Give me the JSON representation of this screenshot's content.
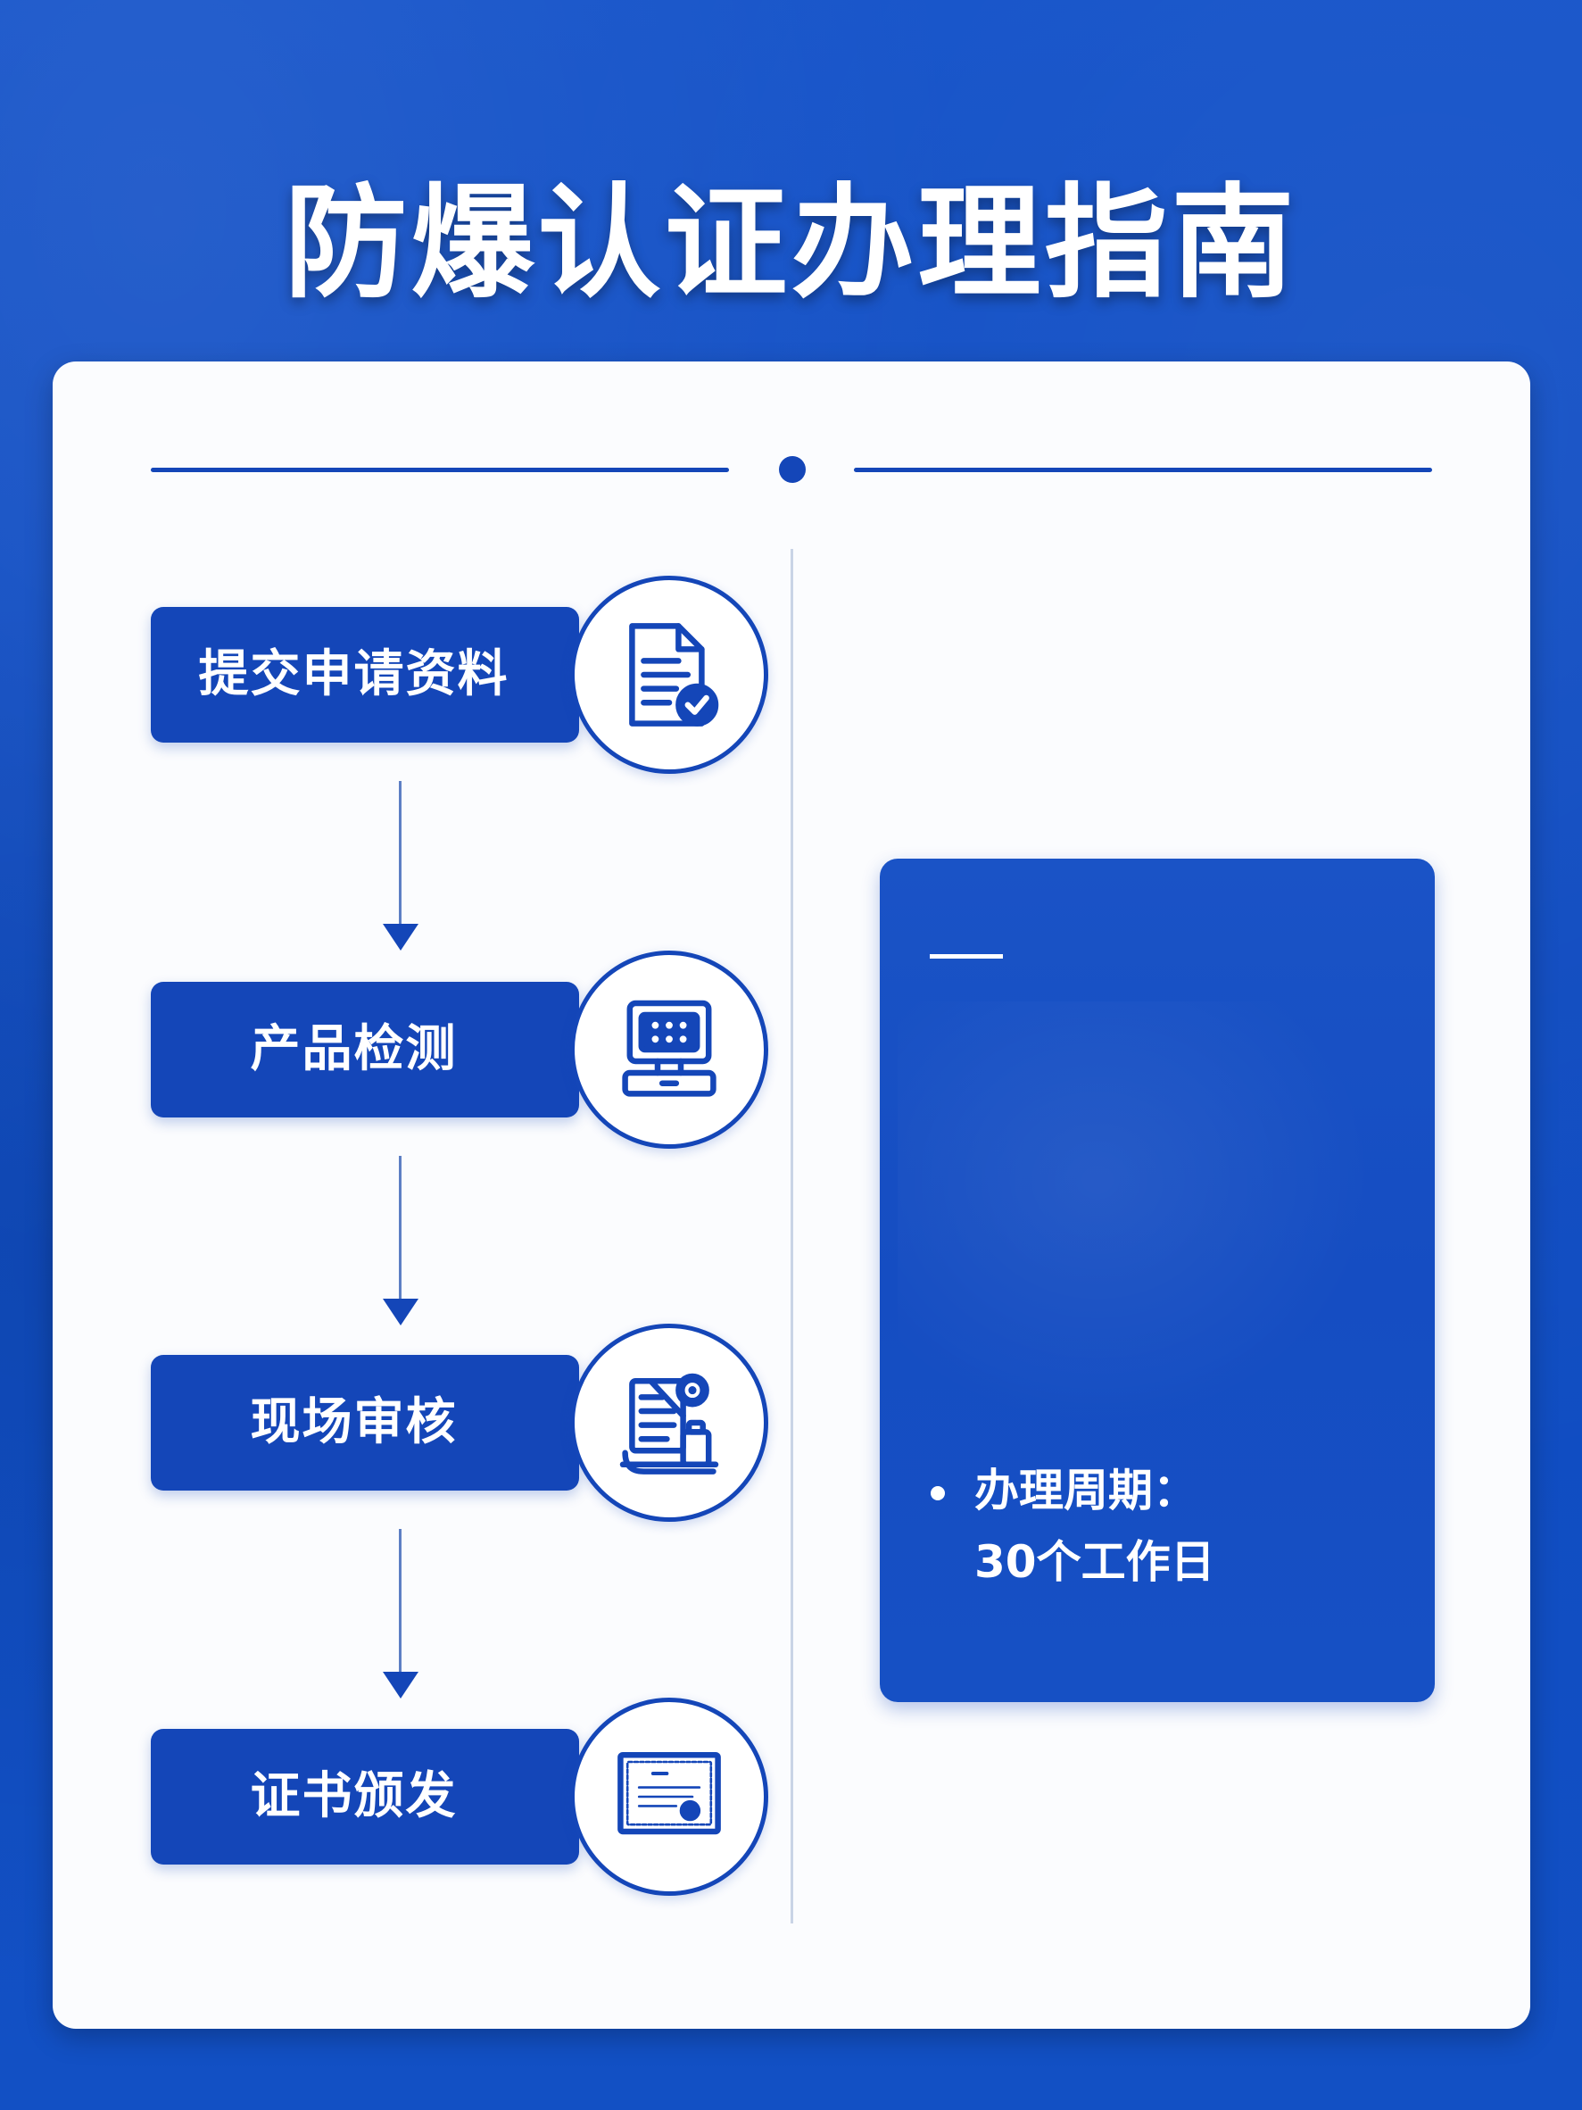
{
  "title": "防爆认证办理指南",
  "steps": [
    {
      "label": "提交申请资料",
      "icon": "document-check-icon"
    },
    {
      "label": "产品检测",
      "icon": "test-monitor-icon"
    },
    {
      "label": "现场审核",
      "icon": "audit-clipboard-icon"
    },
    {
      "label": "证书颁发",
      "icon": "certificate-icon"
    }
  ],
  "info": {
    "line1": "办理周期：",
    "line2": "30个工作日"
  },
  "colors": {
    "brand_blue": "#1446b8",
    "background_blue": "#1250c4",
    "card_white": "#fbfcfe"
  }
}
